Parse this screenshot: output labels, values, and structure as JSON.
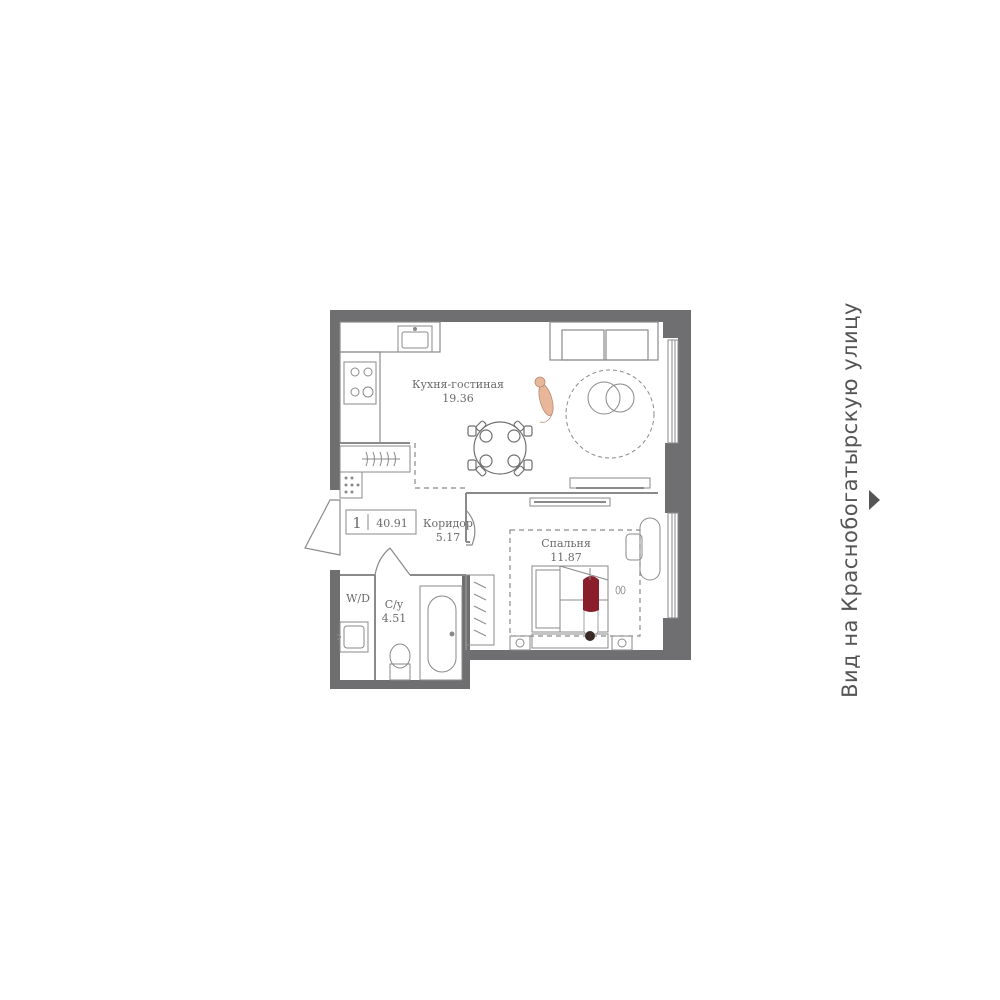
{
  "apartment": {
    "rooms_count": "1",
    "total_area": "40.91"
  },
  "rooms": {
    "kitchen_living": {
      "name": "Кухня-гостиная",
      "area": "19.36"
    },
    "corridor": {
      "name": "Коридор",
      "area": "5.17"
    },
    "bedroom": {
      "name": "Спальня",
      "area": "11.87"
    },
    "bathroom": {
      "name": "С/у",
      "area": "4.51"
    },
    "washer": {
      "name": "W/D"
    }
  },
  "view_caption": "Вид на Краснобогатырскую улицу",
  "colors": {
    "wall": "#6f6f72",
    "line": "#8a8a8a",
    "person_shirt": "#8b1e2b",
    "cat": "#e8b79a"
  }
}
